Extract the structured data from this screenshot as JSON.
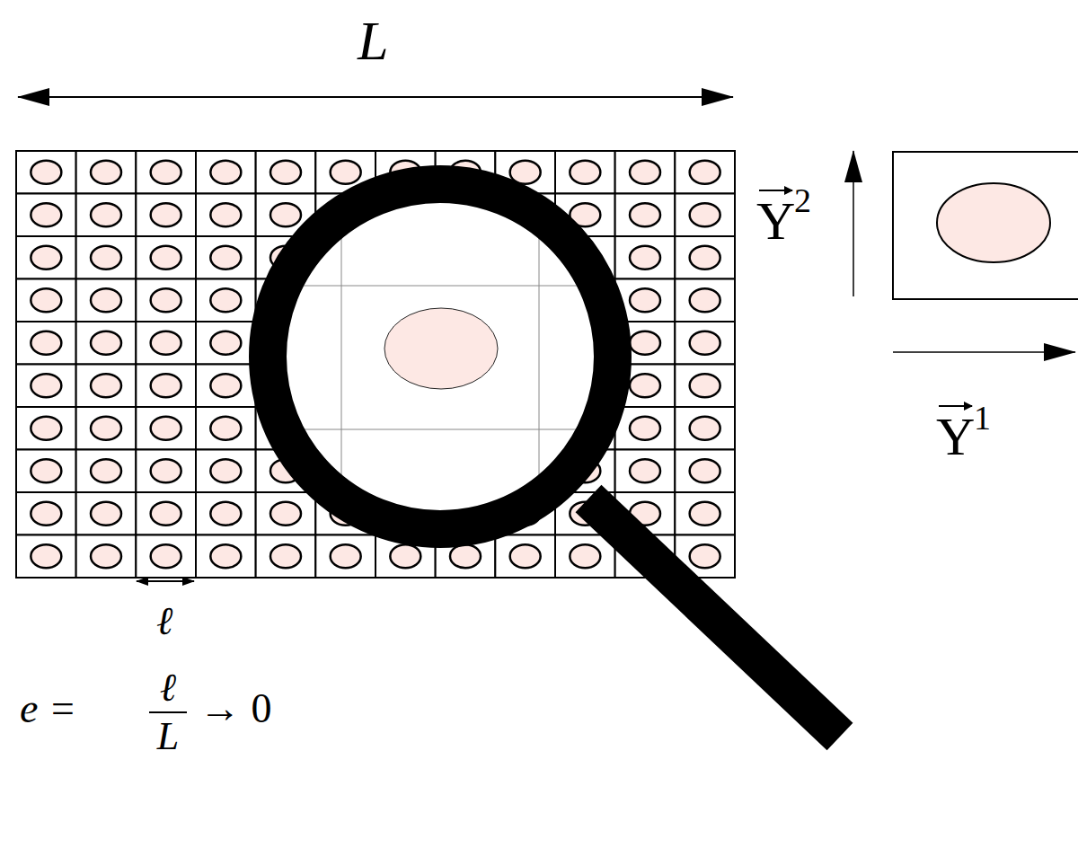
{
  "diagram": {
    "labels": [
      "L",
      "ℓ",
      "e =",
      "ℓ",
      "L",
      "→ 0",
      "Y",
      "2",
      "Y",
      "1"
    ]
  }
}
